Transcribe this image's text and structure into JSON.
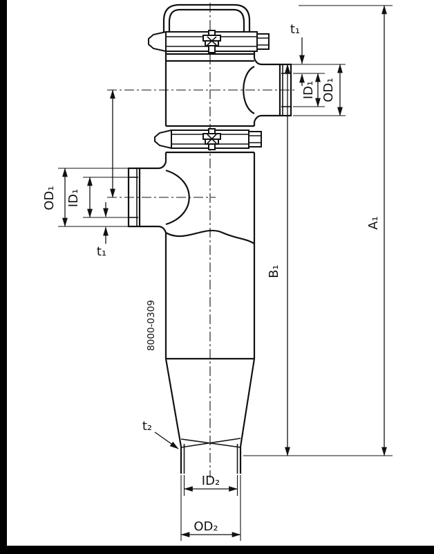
{
  "drawing": {
    "number": "8000-0309",
    "labels": {
      "t1_top": "t₁",
      "id1_right": "ID₁",
      "od1_right": "OD₁",
      "od1_left": "OD₁",
      "id1_left": "ID₁",
      "t1_left": "t₁",
      "b1": "B₁",
      "a1": "A₁",
      "t2": "t₂",
      "id2": "ID₂",
      "od2": "OD₂"
    },
    "colors": {
      "line": "#111111",
      "background": "#ffffff",
      "frame": "#000000"
    }
  }
}
